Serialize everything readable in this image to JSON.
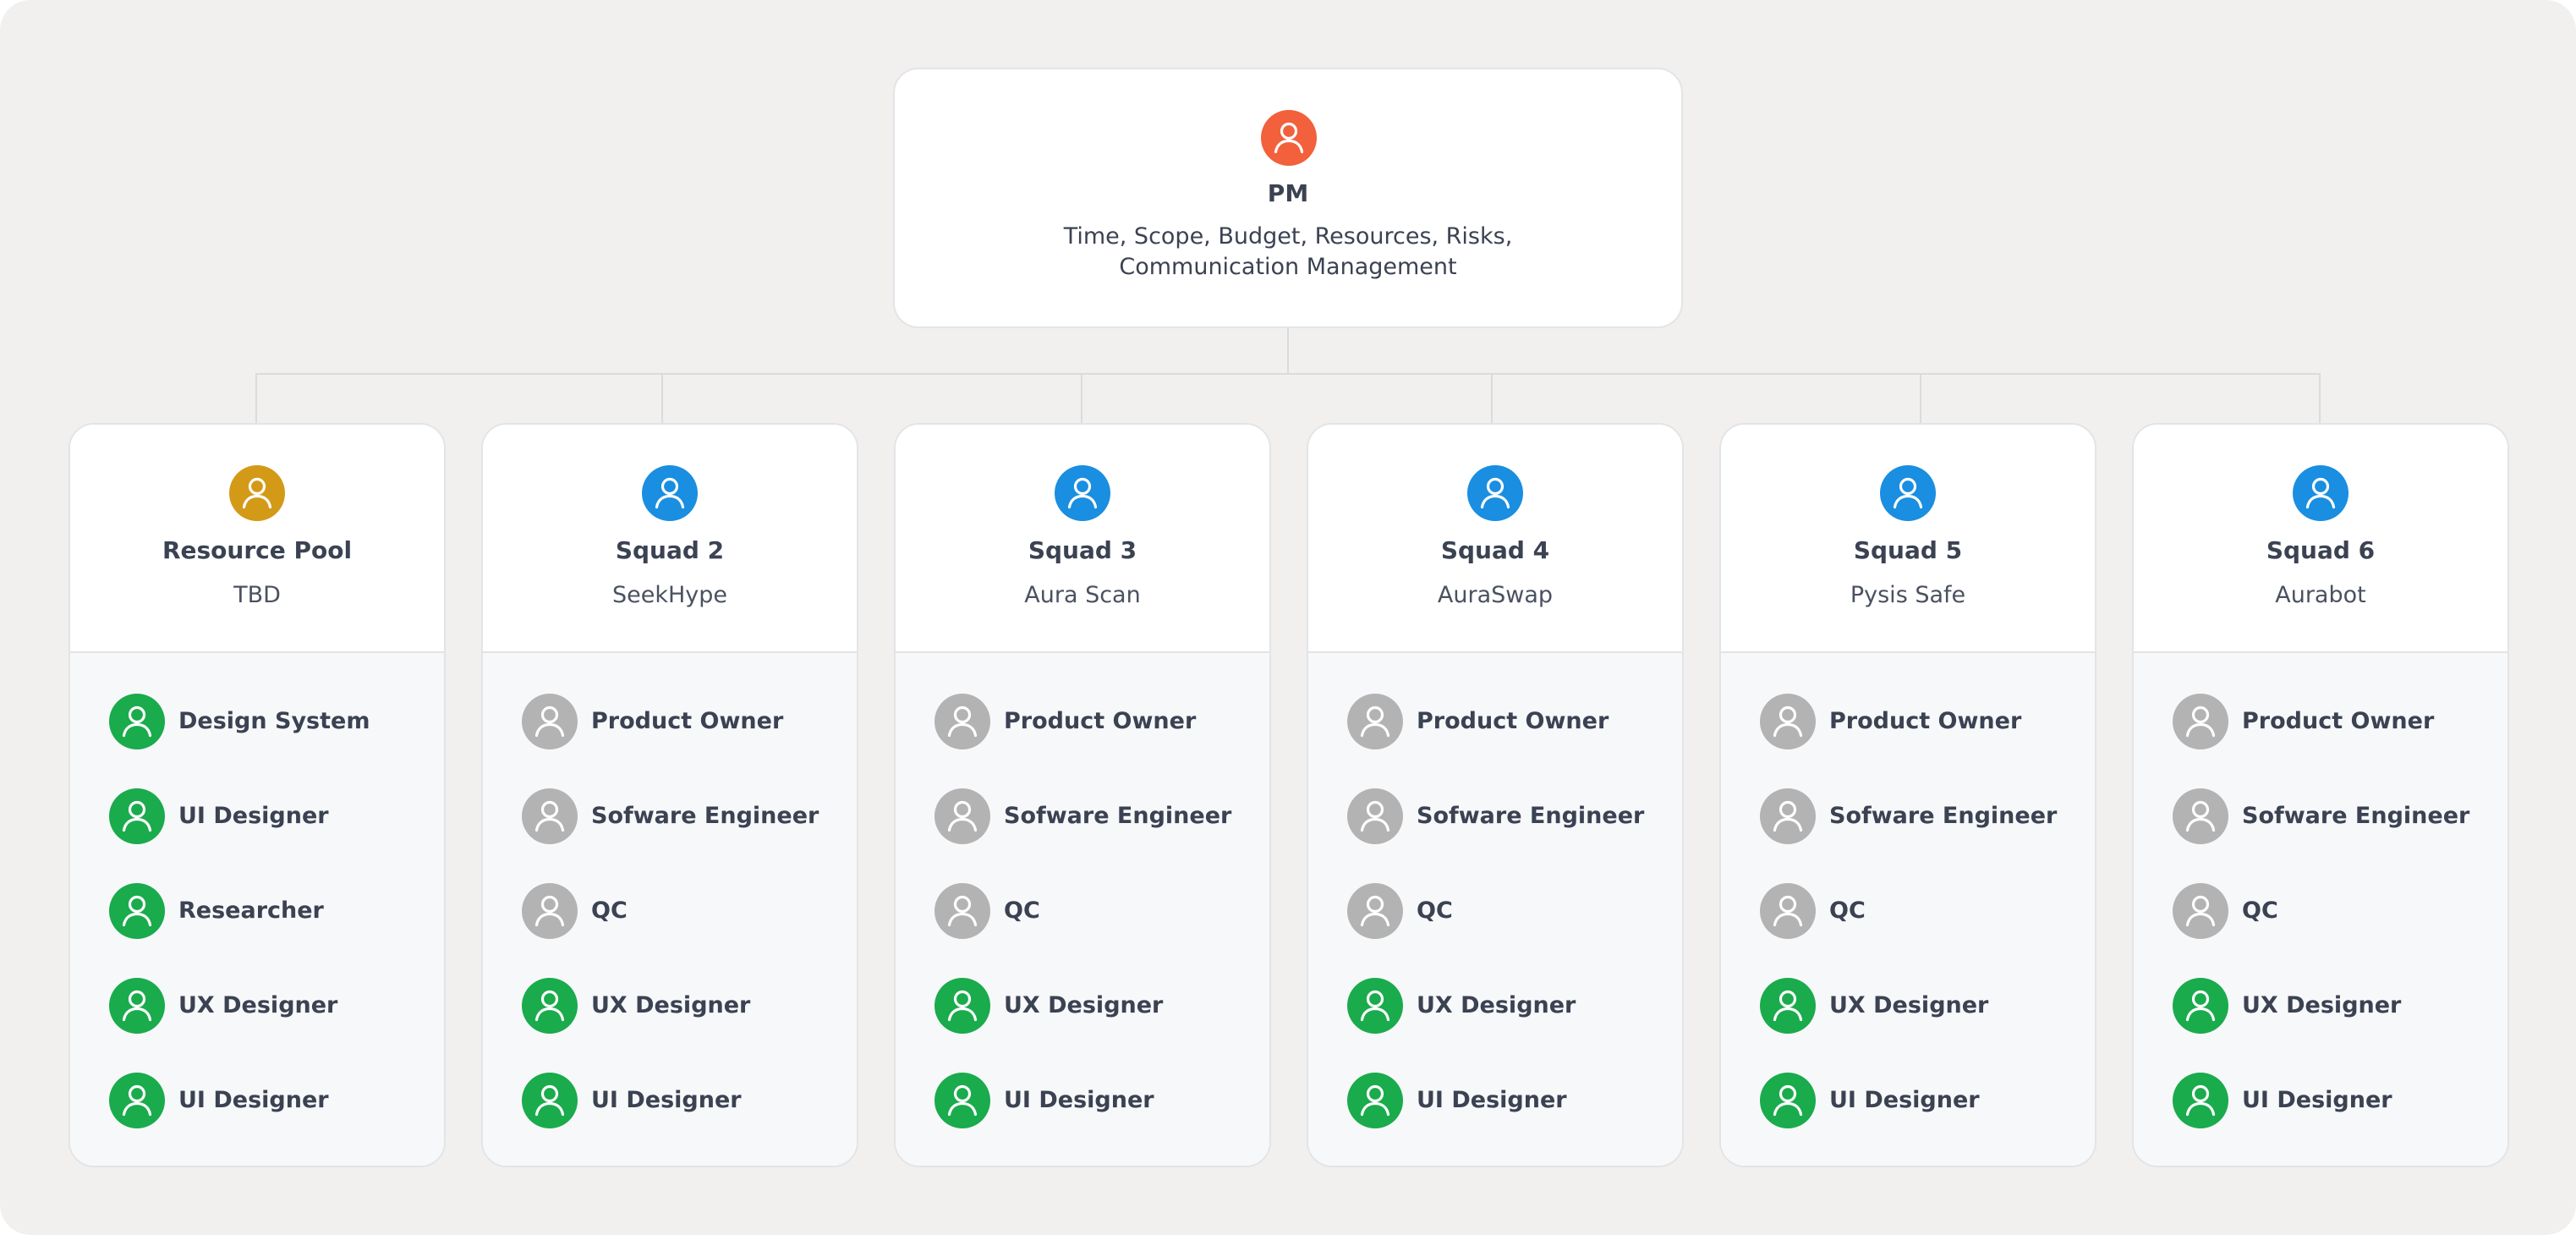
{
  "colors": {
    "pm": "#f2603c",
    "pool": "#d39a18",
    "squad": "#1a8ee0",
    "filled": "#1aab4c",
    "open": "#b3b3b3",
    "background": "#f1f0ef",
    "card_border": "#e3e4e6",
    "connector": "#dadbdc"
  },
  "pm": {
    "icon": "person-icon",
    "title": "PM",
    "description_lines": [
      "Time, Scope, Budget, Resources, Risks,",
      "Communication Management"
    ]
  },
  "squads": [
    {
      "title": "Resource Pool",
      "subtitle": "TBD",
      "icon_color": "pool",
      "members": [
        {
          "label": "Design System",
          "status": "filled"
        },
        {
          "label": "UI Designer",
          "status": "filled"
        },
        {
          "label": "Researcher",
          "status": "filled"
        },
        {
          "label": "UX Designer",
          "status": "filled"
        },
        {
          "label": "UI Designer",
          "status": "filled"
        }
      ]
    },
    {
      "title": "Squad 2",
      "subtitle": "SeekHype",
      "icon_color": "squad",
      "members": [
        {
          "label": "Product Owner",
          "status": "open"
        },
        {
          "label": "Sofware Engineer",
          "status": "open"
        },
        {
          "label": "QC",
          "status": "open"
        },
        {
          "label": "UX Designer",
          "status": "filled"
        },
        {
          "label": "UI Designer",
          "status": "filled"
        }
      ]
    },
    {
      "title": "Squad 3",
      "subtitle": "Aura Scan",
      "icon_color": "squad",
      "members": [
        {
          "label": "Product Owner",
          "status": "open"
        },
        {
          "label": "Sofware Engineer",
          "status": "open"
        },
        {
          "label": "QC",
          "status": "open"
        },
        {
          "label": "UX Designer",
          "status": "filled"
        },
        {
          "label": "UI Designer",
          "status": "filled"
        }
      ]
    },
    {
      "title": "Squad 4",
      "subtitle": "AuraSwap",
      "icon_color": "squad",
      "members": [
        {
          "label": "Product Owner",
          "status": "open"
        },
        {
          "label": "Sofware Engineer",
          "status": "open"
        },
        {
          "label": "QC",
          "status": "open"
        },
        {
          "label": "UX Designer",
          "status": "filled"
        },
        {
          "label": "UI Designer",
          "status": "filled"
        }
      ]
    },
    {
      "title": "Squad 5",
      "subtitle": "Pysis Safe",
      "icon_color": "squad",
      "members": [
        {
          "label": "Product Owner",
          "status": "open"
        },
        {
          "label": "Sofware Engineer",
          "status": "open"
        },
        {
          "label": "QC",
          "status": "open"
        },
        {
          "label": "UX Designer",
          "status": "filled"
        },
        {
          "label": "UI Designer",
          "status": "filled"
        }
      ]
    },
    {
      "title": "Squad 6",
      "subtitle": "Aurabot",
      "icon_color": "squad",
      "members": [
        {
          "label": "Product Owner",
          "status": "open"
        },
        {
          "label": "Sofware Engineer",
          "status": "open"
        },
        {
          "label": "QC",
          "status": "open"
        },
        {
          "label": "UX Designer",
          "status": "filled"
        },
        {
          "label": "UI Designer",
          "status": "filled"
        }
      ]
    }
  ]
}
